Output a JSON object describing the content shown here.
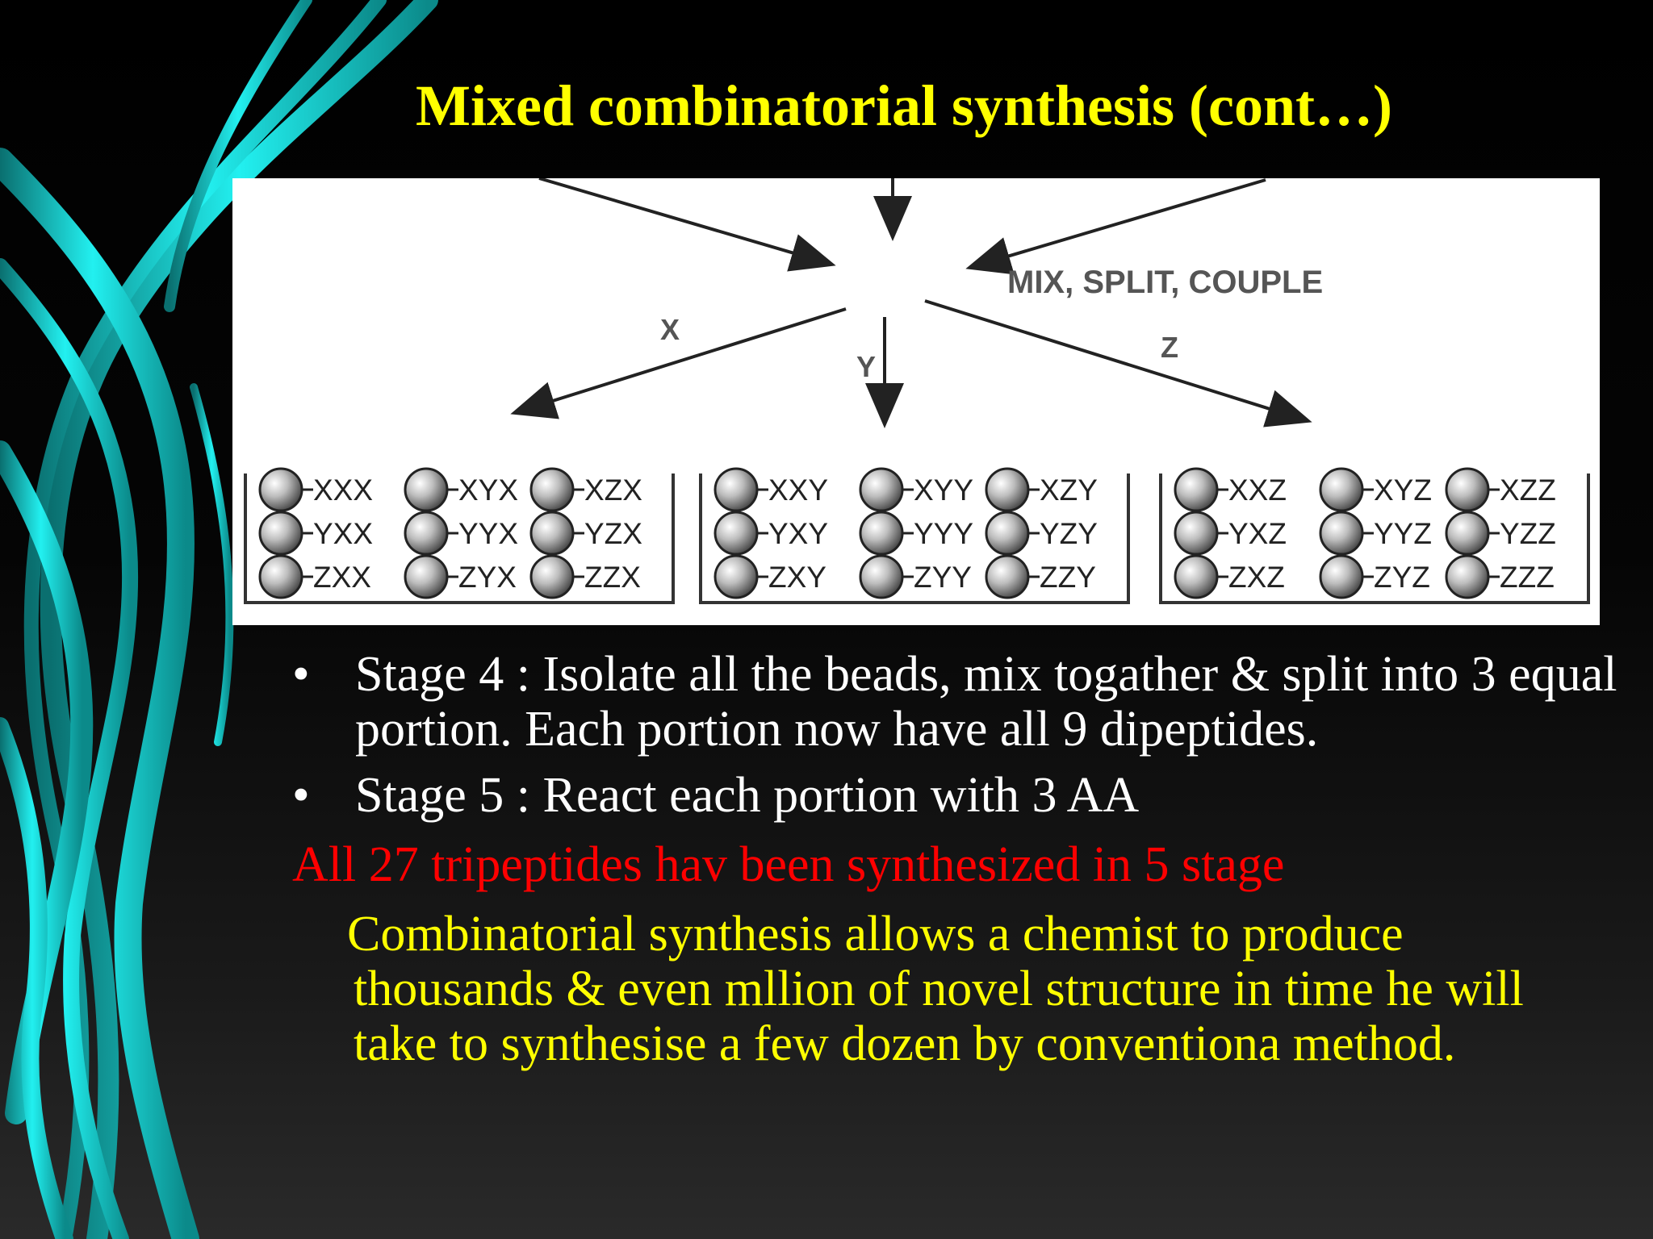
{
  "slide": {
    "title": "Mixed combinatorial synthesis (cont…)",
    "figure": {
      "top_label": "MIX, SPLIT, COUPLE",
      "branch_labels": [
        "X",
        "Y",
        "Z"
      ],
      "groups": [
        {
          "columns": [
            [
              "XXX",
              "YXX",
              "ZXX"
            ],
            [
              "XYX",
              "YYX",
              "ZYX"
            ],
            [
              "XZX",
              "YZX",
              "ZZX"
            ]
          ]
        },
        {
          "columns": [
            [
              "XXY",
              "YXY",
              "ZXY"
            ],
            [
              "XYY",
              "YYY",
              "ZYY"
            ],
            [
              "XZY",
              "YZY",
              "ZZY"
            ]
          ]
        },
        {
          "columns": [
            [
              "XXZ",
              "YXZ",
              "ZXZ"
            ],
            [
              "XYZ",
              "YYZ",
              "ZYZ"
            ],
            [
              "XZZ",
              "YZZ",
              "ZZZ"
            ]
          ]
        }
      ]
    },
    "bullets": [
      {
        "marker": "•",
        "text": "Stage 4 : Isolate all the beads, mix togather & split into 3 equal portion. Each portion now have all 9 dipeptides."
      },
      {
        "marker": "•",
        "text": "Stage 5 : React each portion with 3 AA"
      }
    ],
    "highlight": "All 27 tripeptides hav been synthesized in 5 stage",
    "paragraph": "Combinatorial synthesis allows a chemist to produce thousands & even mllion of novel structure in time he will take to synthesise a few dozen by conventiona method.",
    "colors": {
      "title": "#ffff00",
      "body": "#ffffff",
      "highlight": "#ff0000",
      "paragraph": "#ffff00",
      "accent_swirl": "#19e6e6"
    }
  }
}
